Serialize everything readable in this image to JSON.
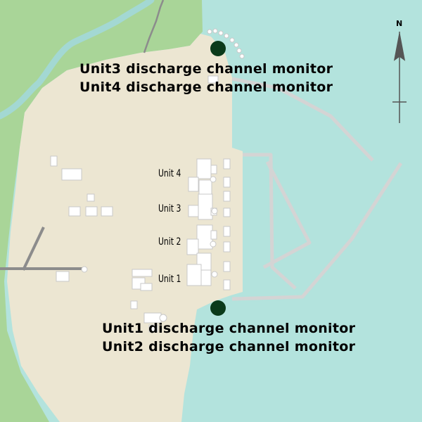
{
  "colors": {
    "sea": "#b3e3dd",
    "land": "#a9d598",
    "site": "#ece6d2",
    "river": "#a3d8d3",
    "road": "#8c8c8c",
    "structure": "#d4d4d4",
    "building": "#ffffff",
    "building_outline": "#c8c8c8",
    "monitor": "#0a3a1a",
    "text": "#000000",
    "compass": "#555555"
  },
  "compass": {
    "label": "N"
  },
  "units": [
    {
      "label": "Unit 4"
    },
    {
      "label": "Unit 3"
    },
    {
      "label": "Unit 2"
    },
    {
      "label": "Unit 1"
    }
  ],
  "monitors": [
    {
      "line1": "Unit3 discharge channel monitor",
      "line2": "Unit4 discharge channel monitor"
    },
    {
      "line1": "Unit1 discharge channel monitor",
      "line2": "Unit2 discharge channel monitor"
    }
  ]
}
